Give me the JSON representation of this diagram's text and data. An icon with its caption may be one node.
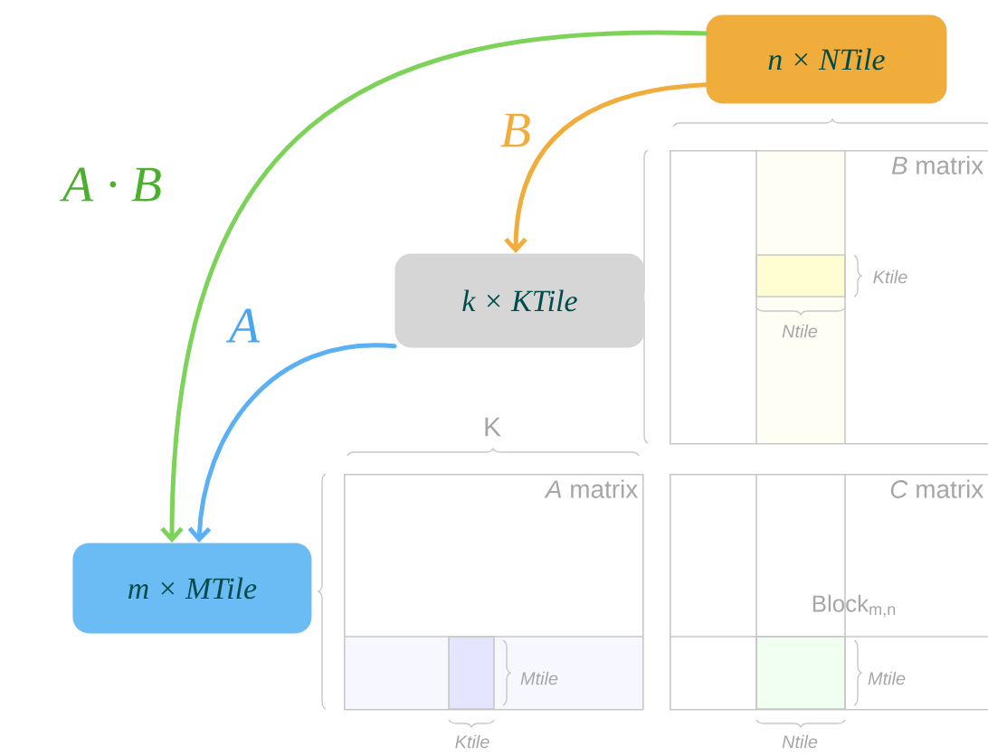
{
  "diagram": {
    "nodes": [
      {
        "text": [
          "n × NTile"
        ]
      },
      {
        "text": [
          "k × KTile"
        ]
      },
      {
        "text": [
          "m × MTile"
        ]
      },
      {
        "text": [
          "*B* matrix"
        ]
      },
      {
        "text": [
          "*A* matrix"
        ]
      },
      {
        "text": [
          "*C* matrix"
        ]
      }
    ],
    "edges": [
      {
        "from": 0,
        "to": 2,
        "arrow": "to",
        "label": "A · B",
        "color": "#7dd35a"
      },
      {
        "from": 0,
        "to": 1,
        "arrow": "to",
        "label": "B",
        "color": "#f0ad3c"
      },
      {
        "from": 1,
        "to": 2,
        "arrow": "to",
        "label": "A",
        "color": "#5ab0f2"
      }
    ],
    "labels": [
      "Ktile",
      "Ntile",
      "K",
      "Block$_{m,n}$",
      "Mtile",
      "Mtile",
      "Ktile",
      "Ntile"
    ]
  }
}
